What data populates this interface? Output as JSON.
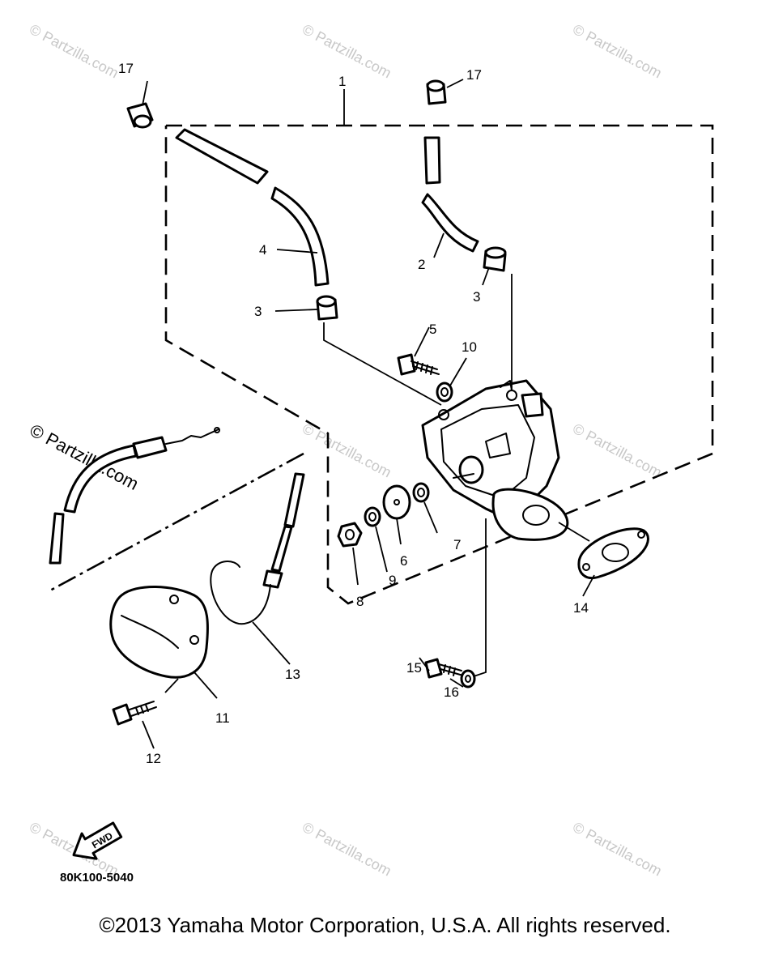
{
  "watermark": "© Partzilla.com",
  "diagram_code": "80K100-5040",
  "fwd_label": "FWD",
  "copyright": "©2013 Yamaha Motor Corporation, U.S.A. All rights reserved.",
  "callouts": {
    "c1": "1",
    "c2": "2",
    "c3a": "3",
    "c3b": "3",
    "c4": "4",
    "c5": "5",
    "c6": "6",
    "c7": "7",
    "c8": "8",
    "c9": "9",
    "c10": "10",
    "c11": "11",
    "c12": "12",
    "c13": "13",
    "c14": "14",
    "c15": "15",
    "c16": "16",
    "c17a": "17",
    "c17b": "17"
  }
}
